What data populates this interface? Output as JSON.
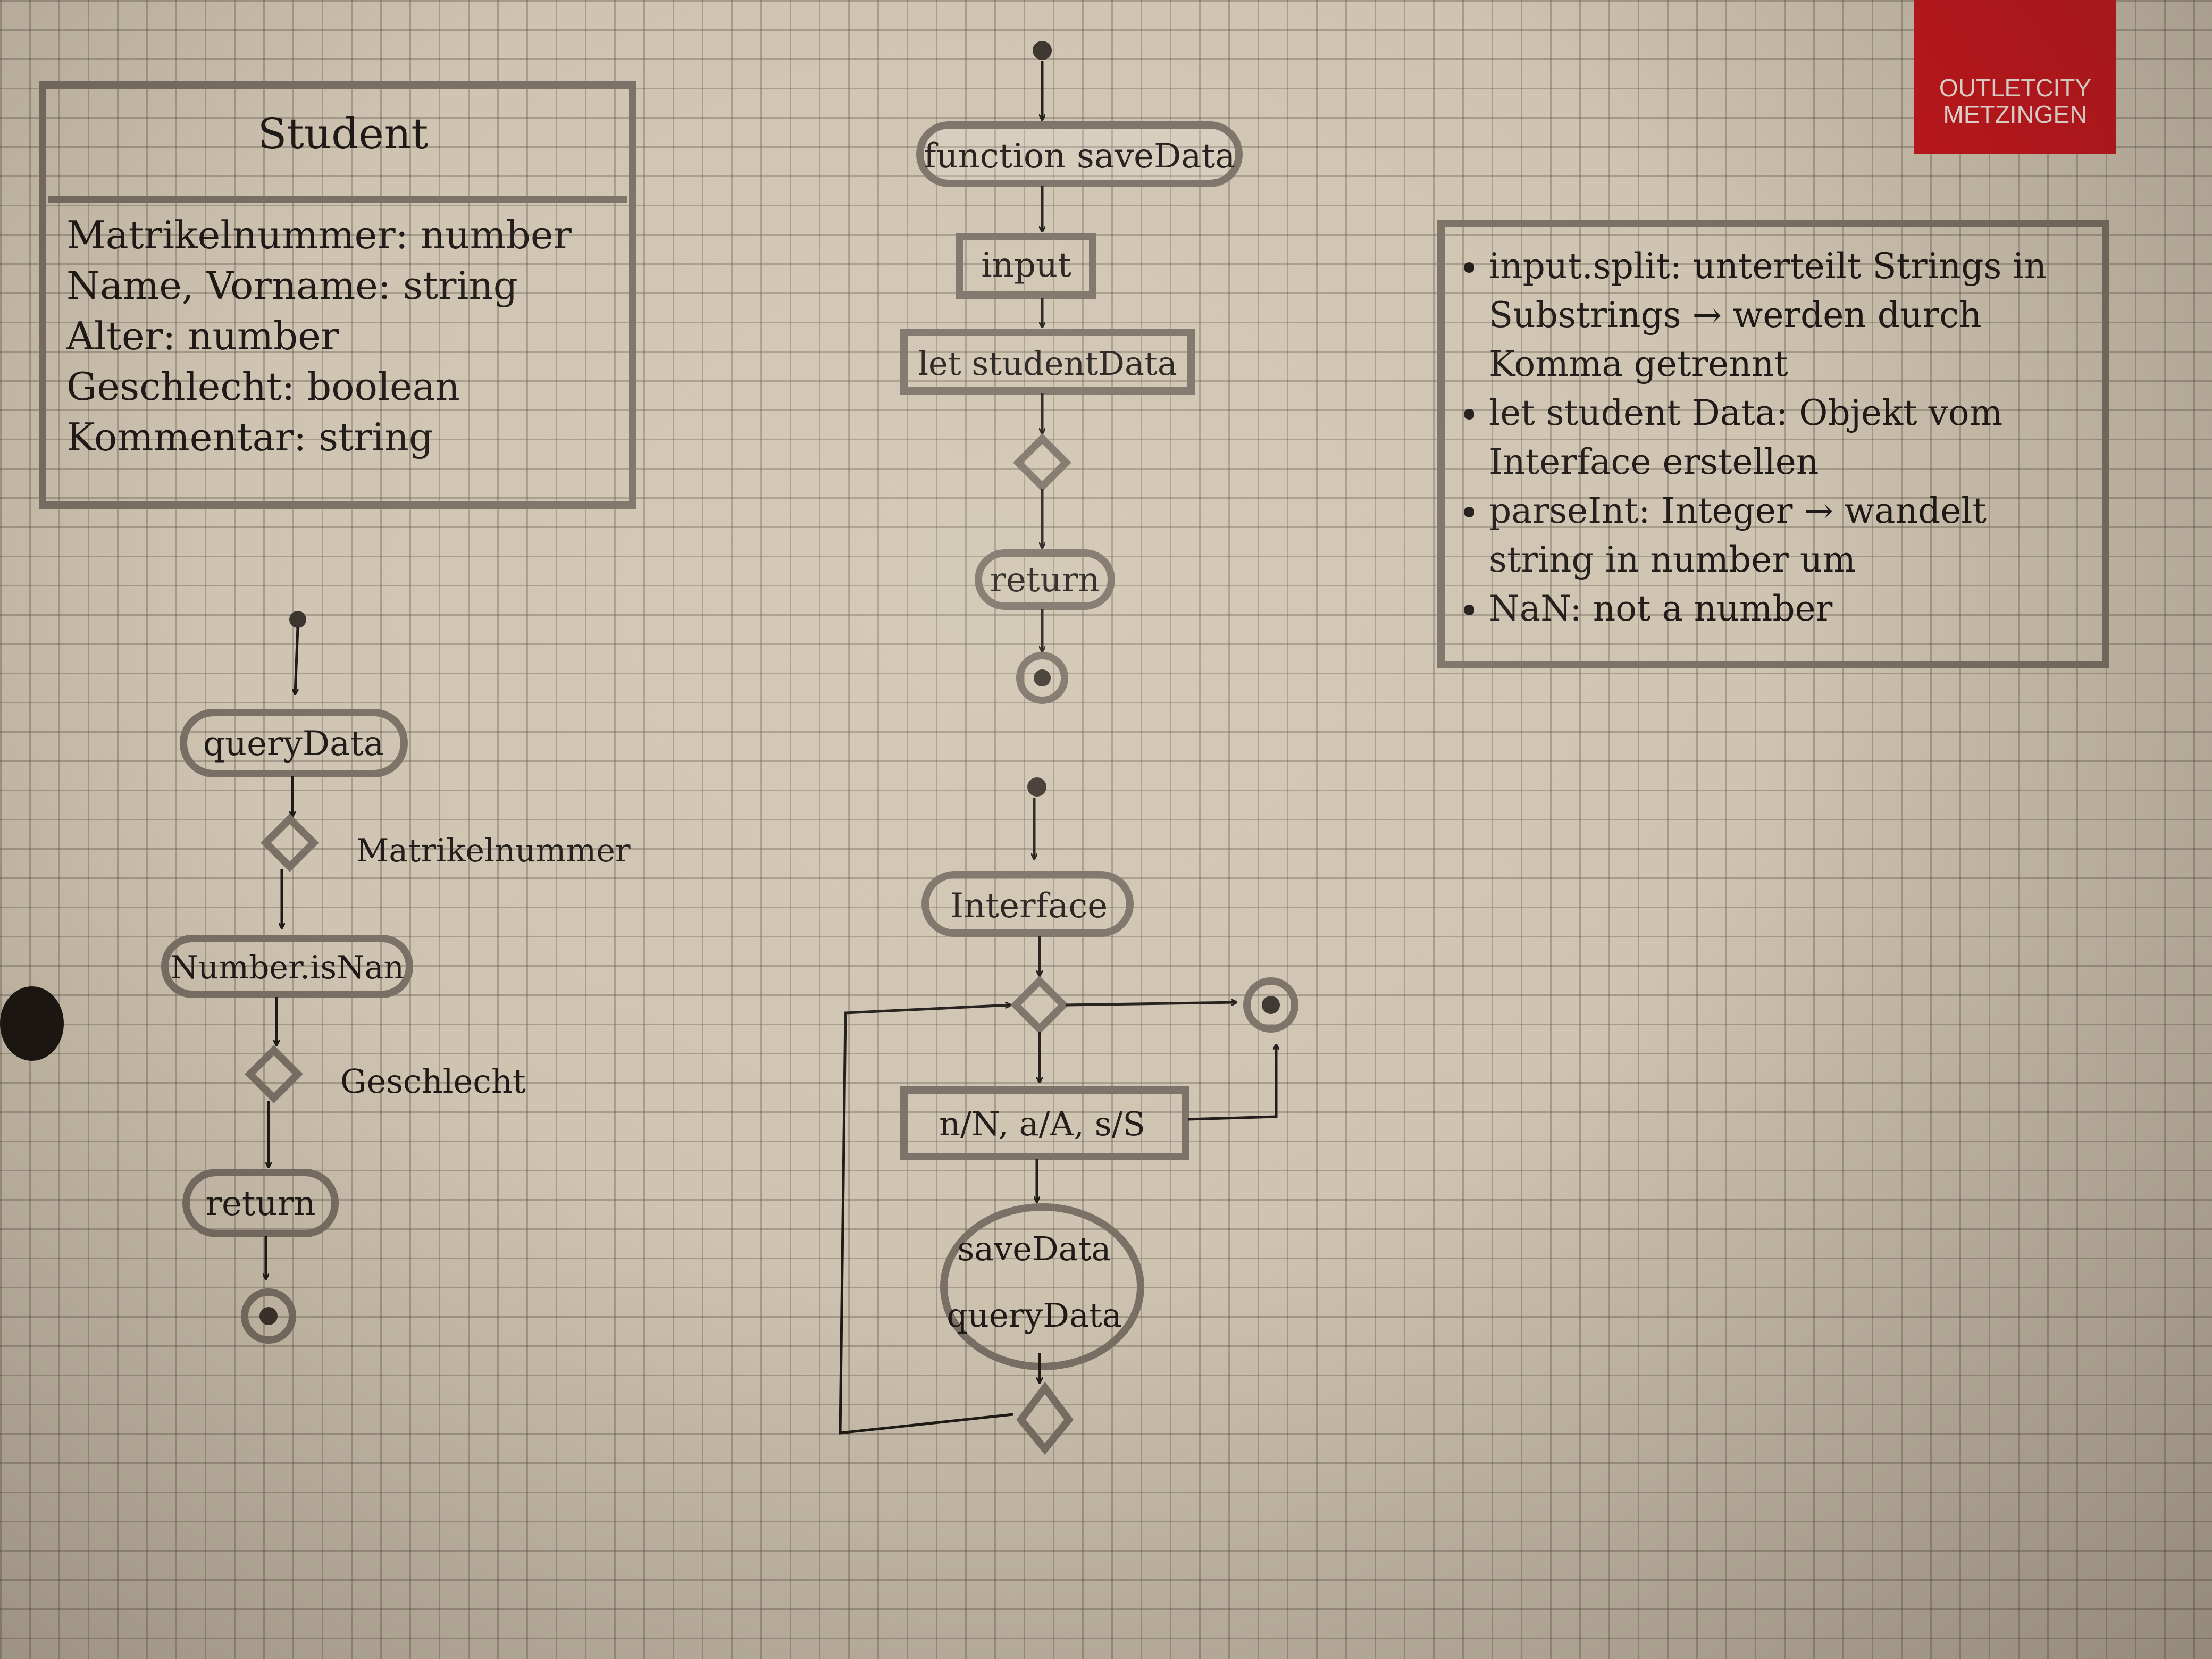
{
  "student_class": {
    "title": "Student",
    "attributes": [
      "Matrikelnummer: number",
      "Name, Vorname: string",
      "Alter: number",
      "Geschlecht: boolean",
      "Kommentar: string"
    ]
  },
  "notes": {
    "items": [
      "input.split: unterteilt Strings in Substrings → werden durch Komma getrennt",
      "let student Data: Objekt vom Interface erstellen",
      "parseInt: Integer → wandelt string in number um",
      "NaN: not a number"
    ]
  },
  "logo": {
    "text": "OUTLETCITY\nMETZINGEN",
    "color": "#c4161c"
  },
  "flow_savedata": {
    "function_label": "function saveData",
    "input_label": "input",
    "let_label": "let studentData",
    "return_label": "return"
  },
  "flow_querydata": {
    "start_label": "queryData",
    "diamond1_label": "Matrikelnummer",
    "check_label": "Number.isNan",
    "diamond2_label": "Geschlecht",
    "return_label": "return"
  },
  "flow_interface": {
    "interface_label": "Interface",
    "options_label": "n/N, a/A, s/S",
    "call1_label": "saveData",
    "call2_label": "queryData"
  }
}
